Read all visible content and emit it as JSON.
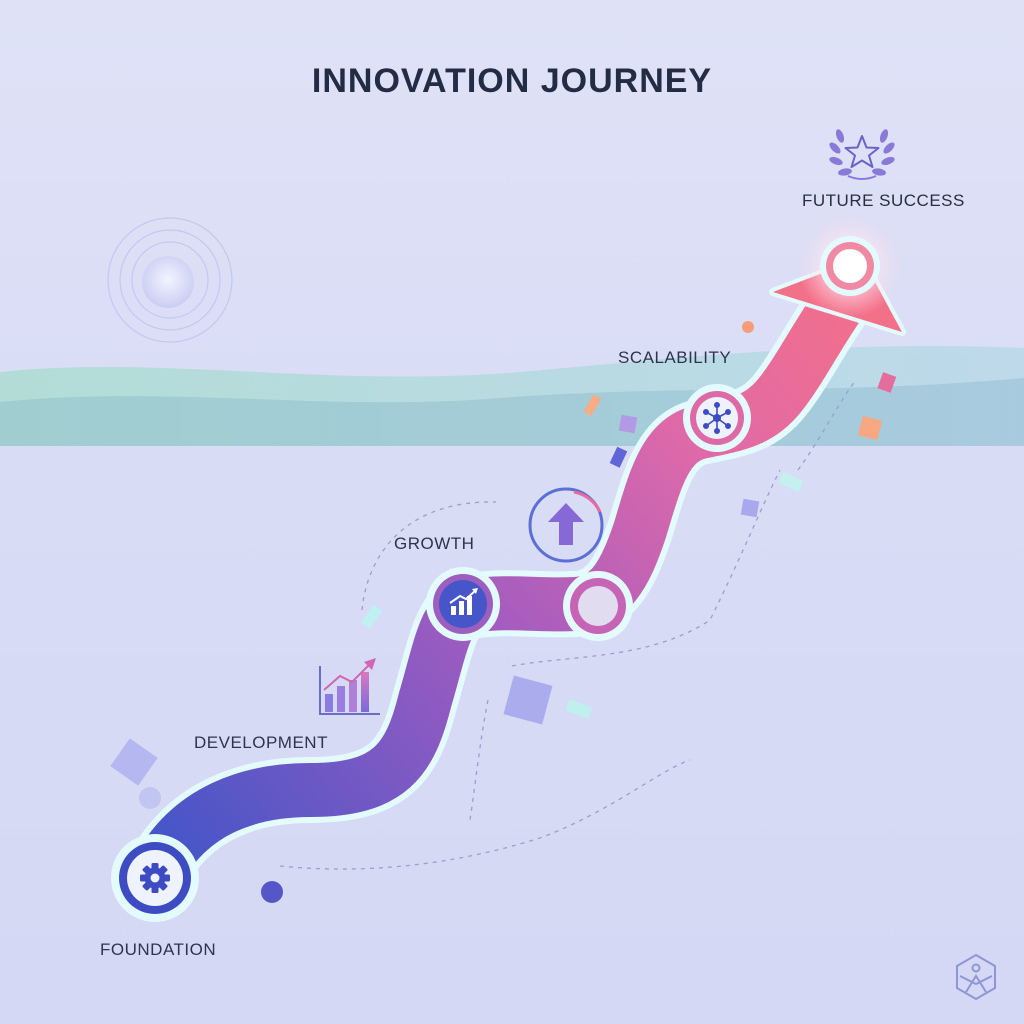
{
  "title": "INNOVATION JOURNEY",
  "stages": {
    "foundation": "FOUNDATION",
    "development": "DEVELOPMENT",
    "growth": "GROWTH",
    "scalability": "SCALABILITY",
    "future_success": "FUTURE SUCCESS"
  },
  "icons": {
    "foundation": "gear-icon",
    "growth": "bar-chart-trend-icon",
    "scalability": "network-nodes-icon",
    "future_success": "laurel-star-icon",
    "upward": "up-arrow-icon",
    "development": "rising-chart-icon",
    "brand": "hexagon-logo-icon"
  },
  "colors": {
    "path_start": "#3f55c8",
    "path_mid": "#b55ab8",
    "path_end": "#f06a8a",
    "node_ring": "#e4fbfd",
    "title": "#232b45"
  }
}
